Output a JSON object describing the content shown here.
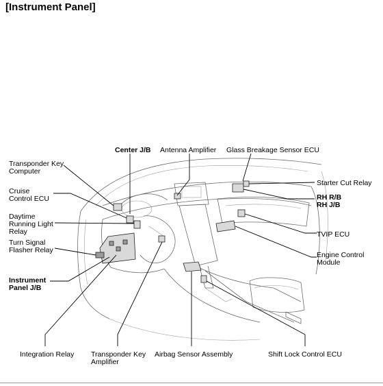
{
  "title": "[Instrument Panel]",
  "labels": {
    "transponder_key_computer": [
      "Transponder Key",
      "Computer"
    ],
    "cruise_control_ecu": [
      "Cruise",
      "Control ECU"
    ],
    "drl_relay": [
      "Daytime",
      "Running Light",
      "Relay"
    ],
    "turn_signal_flasher_relay": [
      "Turn Signal",
      "Flasher Relay"
    ],
    "instrument_panel_jb": [
      "Instrument",
      "Panel J/B"
    ],
    "center_jb": "Center J/B",
    "antenna_amplifier": "Antenna Amplifier",
    "glass_breakage_sensor_ecu": "Glass Breakage Sensor ECU",
    "starter_cut_relay": "Starter Cut Relay",
    "rh_rb": "RH R/B",
    "rh_jb": "RH J/B",
    "tvip_ecu": "TVIP ECU",
    "engine_control_module": [
      "Engine Control",
      "Module"
    ],
    "integration_relay": "Integration Relay",
    "transponder_key_amplifier": [
      "Transponder Key",
      "Amplifier"
    ],
    "airbag_sensor_assembly": "Airbag Sensor Assembly",
    "shift_lock_control_ecu": "Shift Lock Control ECU"
  }
}
